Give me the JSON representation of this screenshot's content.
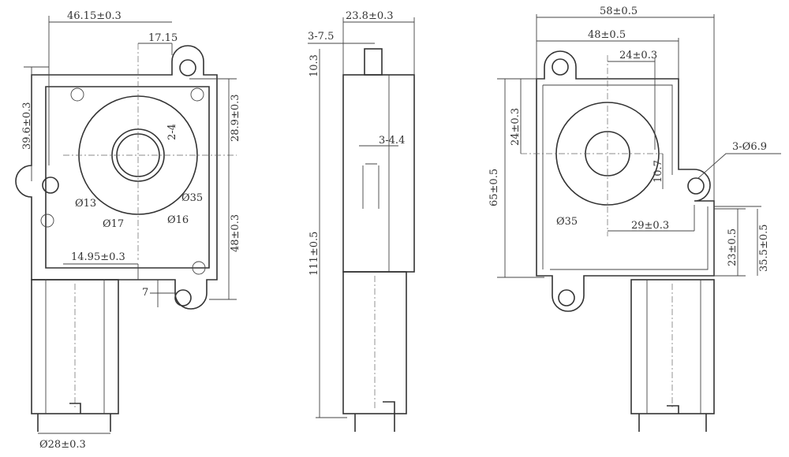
{
  "left_view": {
    "width_overall": "46.15±0.3",
    "offset_top": "17.15",
    "height_left": "39.6±0.3",
    "height_right_top": "28.9±0.3",
    "height_right_bottom": "48±0.3",
    "screw_holes": "2-4",
    "dia_13": "Ø13",
    "dia_17": "Ø17",
    "dia_16": "Ø16",
    "dia_35": "Ø35",
    "offset_bottom": "14.95±0.3",
    "ear_height": "7",
    "motor_dia": "Ø28±0.3"
  },
  "side_view": {
    "width": "23.8±0.3",
    "shaft_dim": "3-7.5",
    "shaft_height": "10.3",
    "slot": "3-4.4",
    "total_height": "111±0.5"
  },
  "right_view": {
    "width_overall": "58±0.5",
    "width_mid": "48±0.5",
    "width_center": "24±0.3",
    "height_top": "24±0.3",
    "height_body": "65±0.5",
    "mount_holes": "3-Ø6.9",
    "hole_offset": "10.7",
    "dia_35": "Ø35",
    "hole_x": "29±0.3",
    "height_23": "23±0.5",
    "height_35": "35.5±0.5"
  }
}
